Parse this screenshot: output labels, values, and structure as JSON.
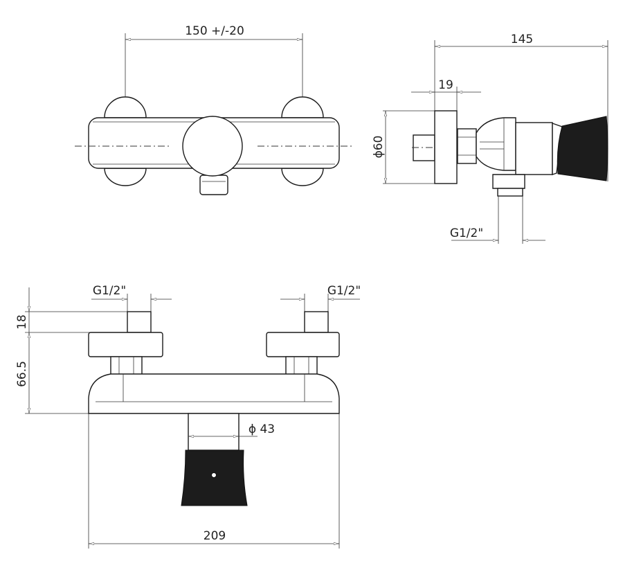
{
  "drawing": {
    "front_view": {
      "centers_dimension": "150 +/-20"
    },
    "side_view": {
      "depth_dimension": "145",
      "flange_dimension": "19",
      "flange_diameter": "ϕ60",
      "outlet_thread": "G1/2\""
    },
    "top_view": {
      "left_inlet_thread": "G1/2\"",
      "right_inlet_thread": "G1/2\"",
      "inlet_height": "18",
      "body_height": "66.5",
      "knob_diameter": "ϕ 43",
      "overall_width": "209"
    }
  }
}
